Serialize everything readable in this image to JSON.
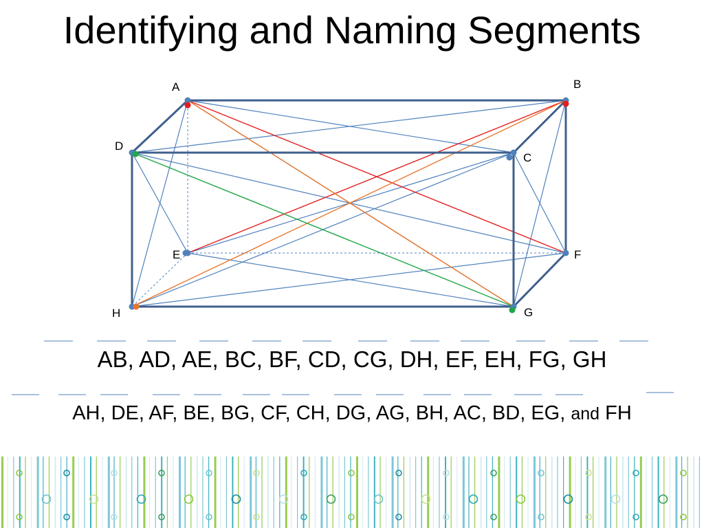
{
  "title": "Identifying and Naming Segments",
  "vertices": {
    "A": {
      "label": "A"
    },
    "B": {
      "label": "B"
    },
    "C": {
      "label": "C"
    },
    "D": {
      "label": "D"
    },
    "E": {
      "label": "E"
    },
    "F": {
      "label": "F"
    },
    "G": {
      "label": "G"
    },
    "H": {
      "label": "H"
    }
  },
  "edges": {
    "solid": [
      "AB",
      "AD",
      "BC",
      "BF",
      "CD",
      "CG",
      "DH",
      "FG",
      "GH"
    ],
    "hidden": [
      "AE",
      "EF",
      "EH"
    ]
  },
  "diagonals": {
    "blue": [
      "AC",
      "AH",
      "AG",
      "BD",
      "BG",
      "CE",
      "CH",
      "DE",
      "EG",
      "CF",
      "FH",
      "DF"
    ],
    "red": [
      "AF",
      "BE"
    ],
    "orange": [
      "AG",
      "BH"
    ],
    "green": [
      "DG"
    ]
  },
  "colors": {
    "edge": "#3f5f8c",
    "diagonal": "#4f81bd",
    "red": "#e31e1e",
    "orange": "#e8772e",
    "green": "#1fa648",
    "point": "#4f81bd"
  },
  "lists": {
    "edges_text": "AB, AD, AE, BC, BF, CD, CG, DH, EF, EH, FG, GH",
    "diagonals_text_1": "AH, DE, AF,  BE, BG, CF, CH, DG, AG, BH, AC, BD, EG, ",
    "diagonals_and": "and",
    "diagonals_last": " FH"
  }
}
